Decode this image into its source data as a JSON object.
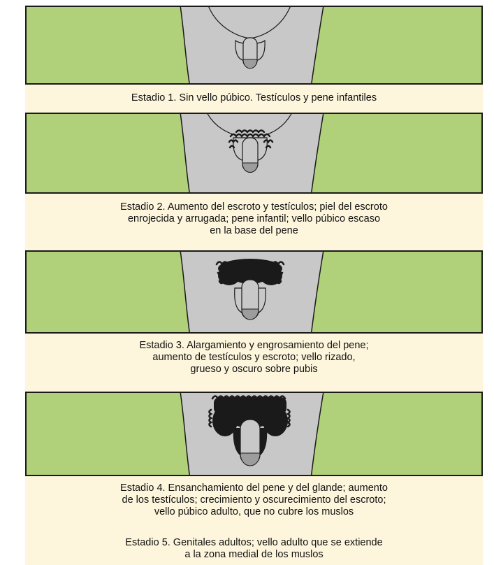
{
  "stages": [
    {
      "caption": "Estadio 1. Sin vello púbico. Testículos y pene infantiles"
    },
    {
      "caption": "Estadio 2. Aumento del escroto y testículos; piel del escroto\nenrojecida y arrugada; pene infantil; vello púbico escaso\nen la base del pene"
    },
    {
      "caption": "Estadio 3. Alargamiento y engrosamiento del pene;\naumento de testículos y escroto; vello rizado,\ngrueso y oscuro sobre pubis"
    },
    {
      "caption": "Estadio 4. Ensanchamiento del pene y del glande; aumento\nde los testículos; crecimiento y oscurecimiento del escroto;\nvello  púbico adulto, que no cubre los muslos"
    },
    {
      "caption": "Estadio 5. Genitales adultos; vello adulto que se extiende\na la zona medial de los muslos"
    }
  ],
  "colors": {
    "panel_background": "#b1d07a",
    "body_fill": "#c8c8c8",
    "pubic_hair": "#1a1a1a",
    "caption_background": "#fdf6dc"
  }
}
